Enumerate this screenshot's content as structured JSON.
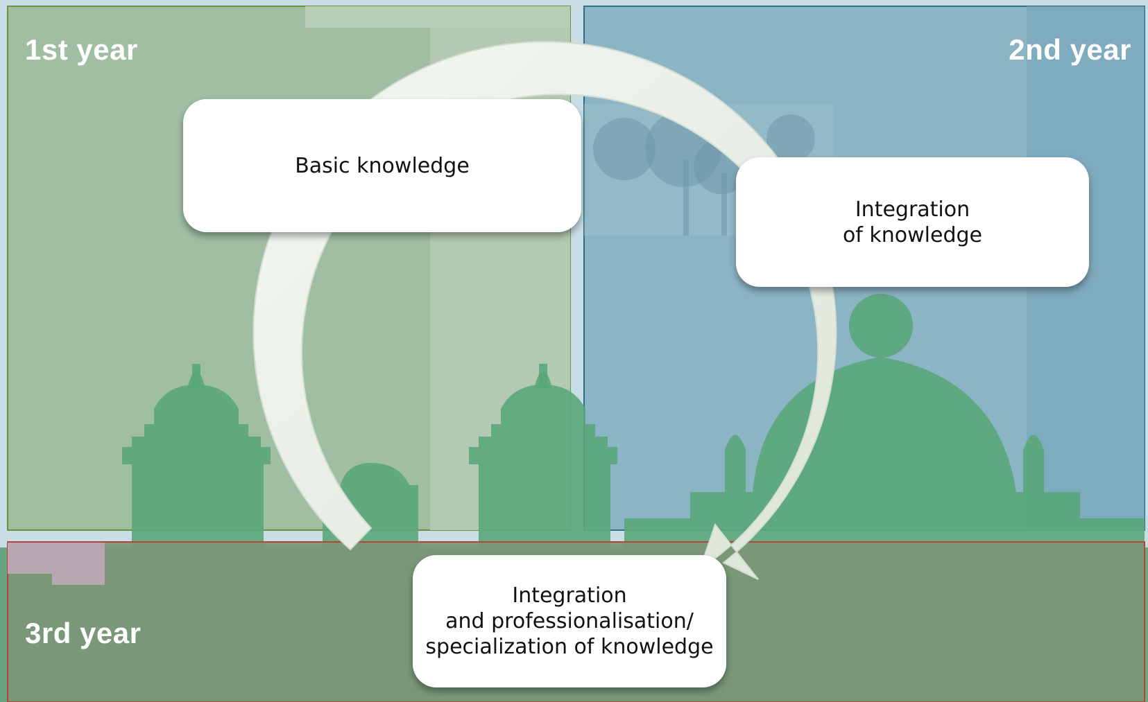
{
  "years": {
    "first": "1st year",
    "second": "2nd year",
    "third": "3rd year"
  },
  "stages": {
    "basic": "Basic knowledge",
    "integration": "Integration\nof knowledge",
    "professional": "Integration\nand professionalisation/\nspecialization of knowledge"
  },
  "colors": {
    "year1_panel": "#9bbb9c",
    "year2_panel": "#86b0c2",
    "year3_panel": "#7b9677",
    "building": "#5aa77a",
    "arrow": "#eef3ec",
    "box": "#ffffff"
  }
}
